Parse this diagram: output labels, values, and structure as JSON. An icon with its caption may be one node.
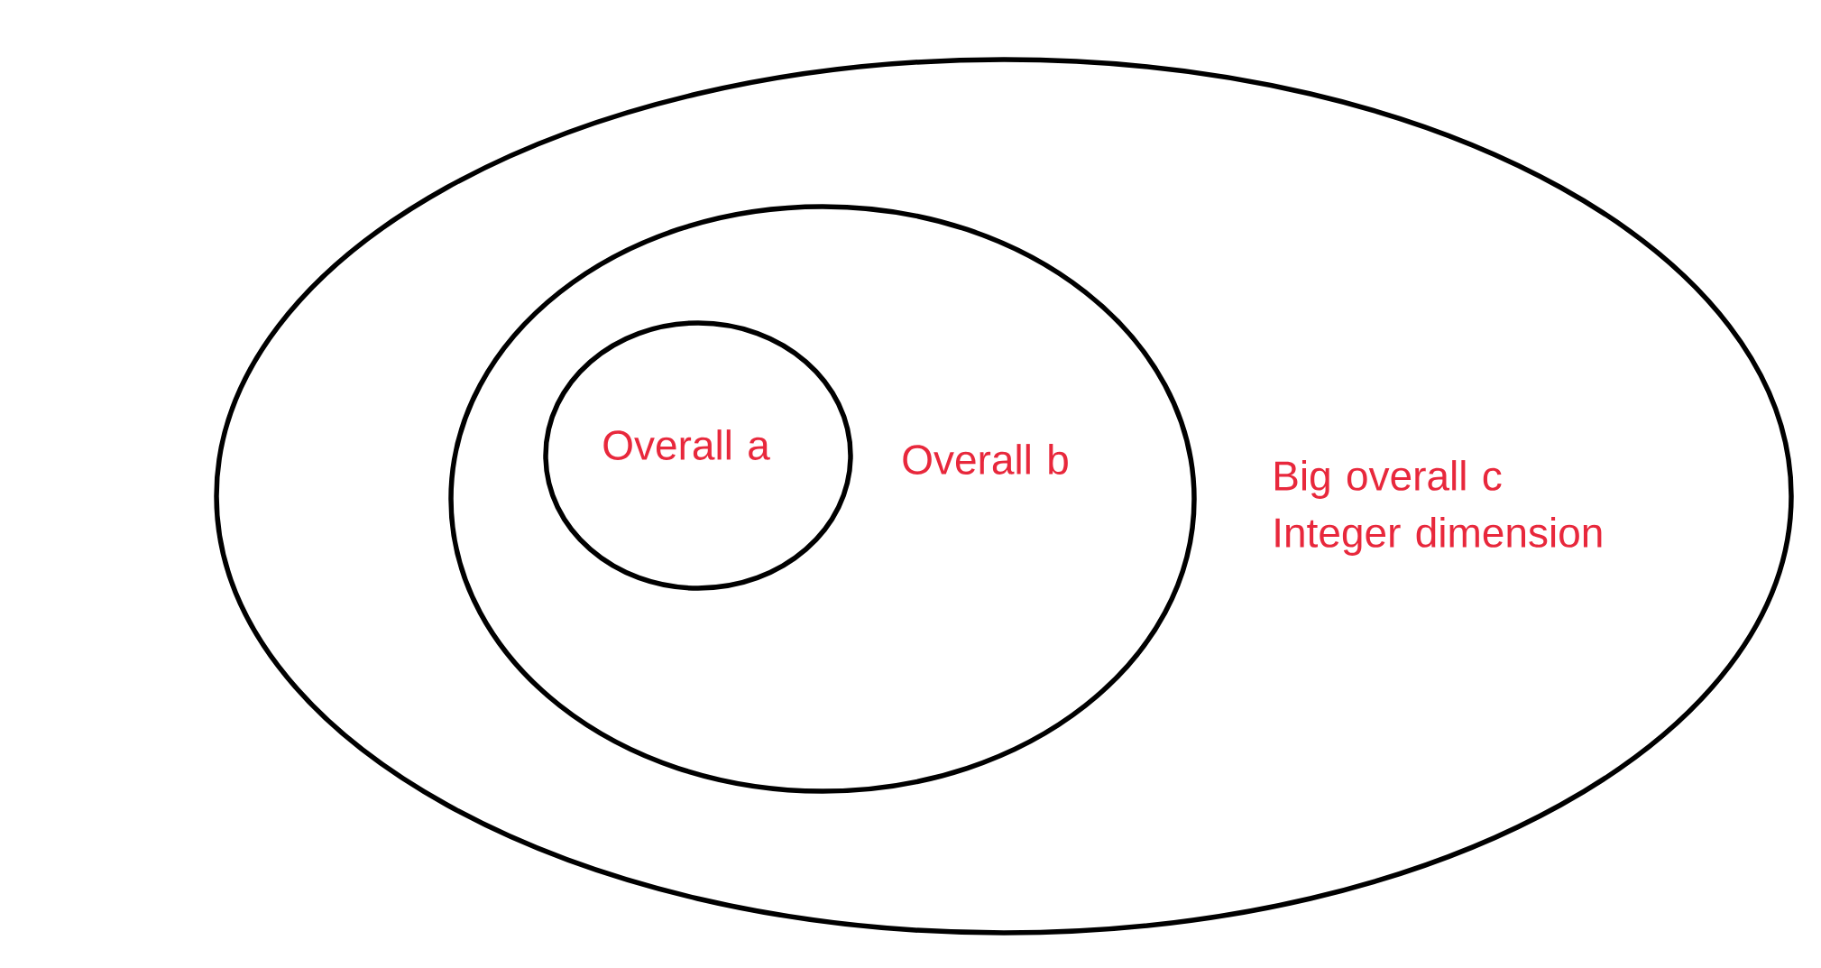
{
  "diagram": {
    "nodes": [
      {
        "text": [
          "Big overall c Integer dimension"
        ]
      },
      {
        "text": [
          "Overall b"
        ],
        "in": 0
      },
      {
        "text": [
          "Overall a"
        ],
        "in": 1
      }
    ]
  }
}
